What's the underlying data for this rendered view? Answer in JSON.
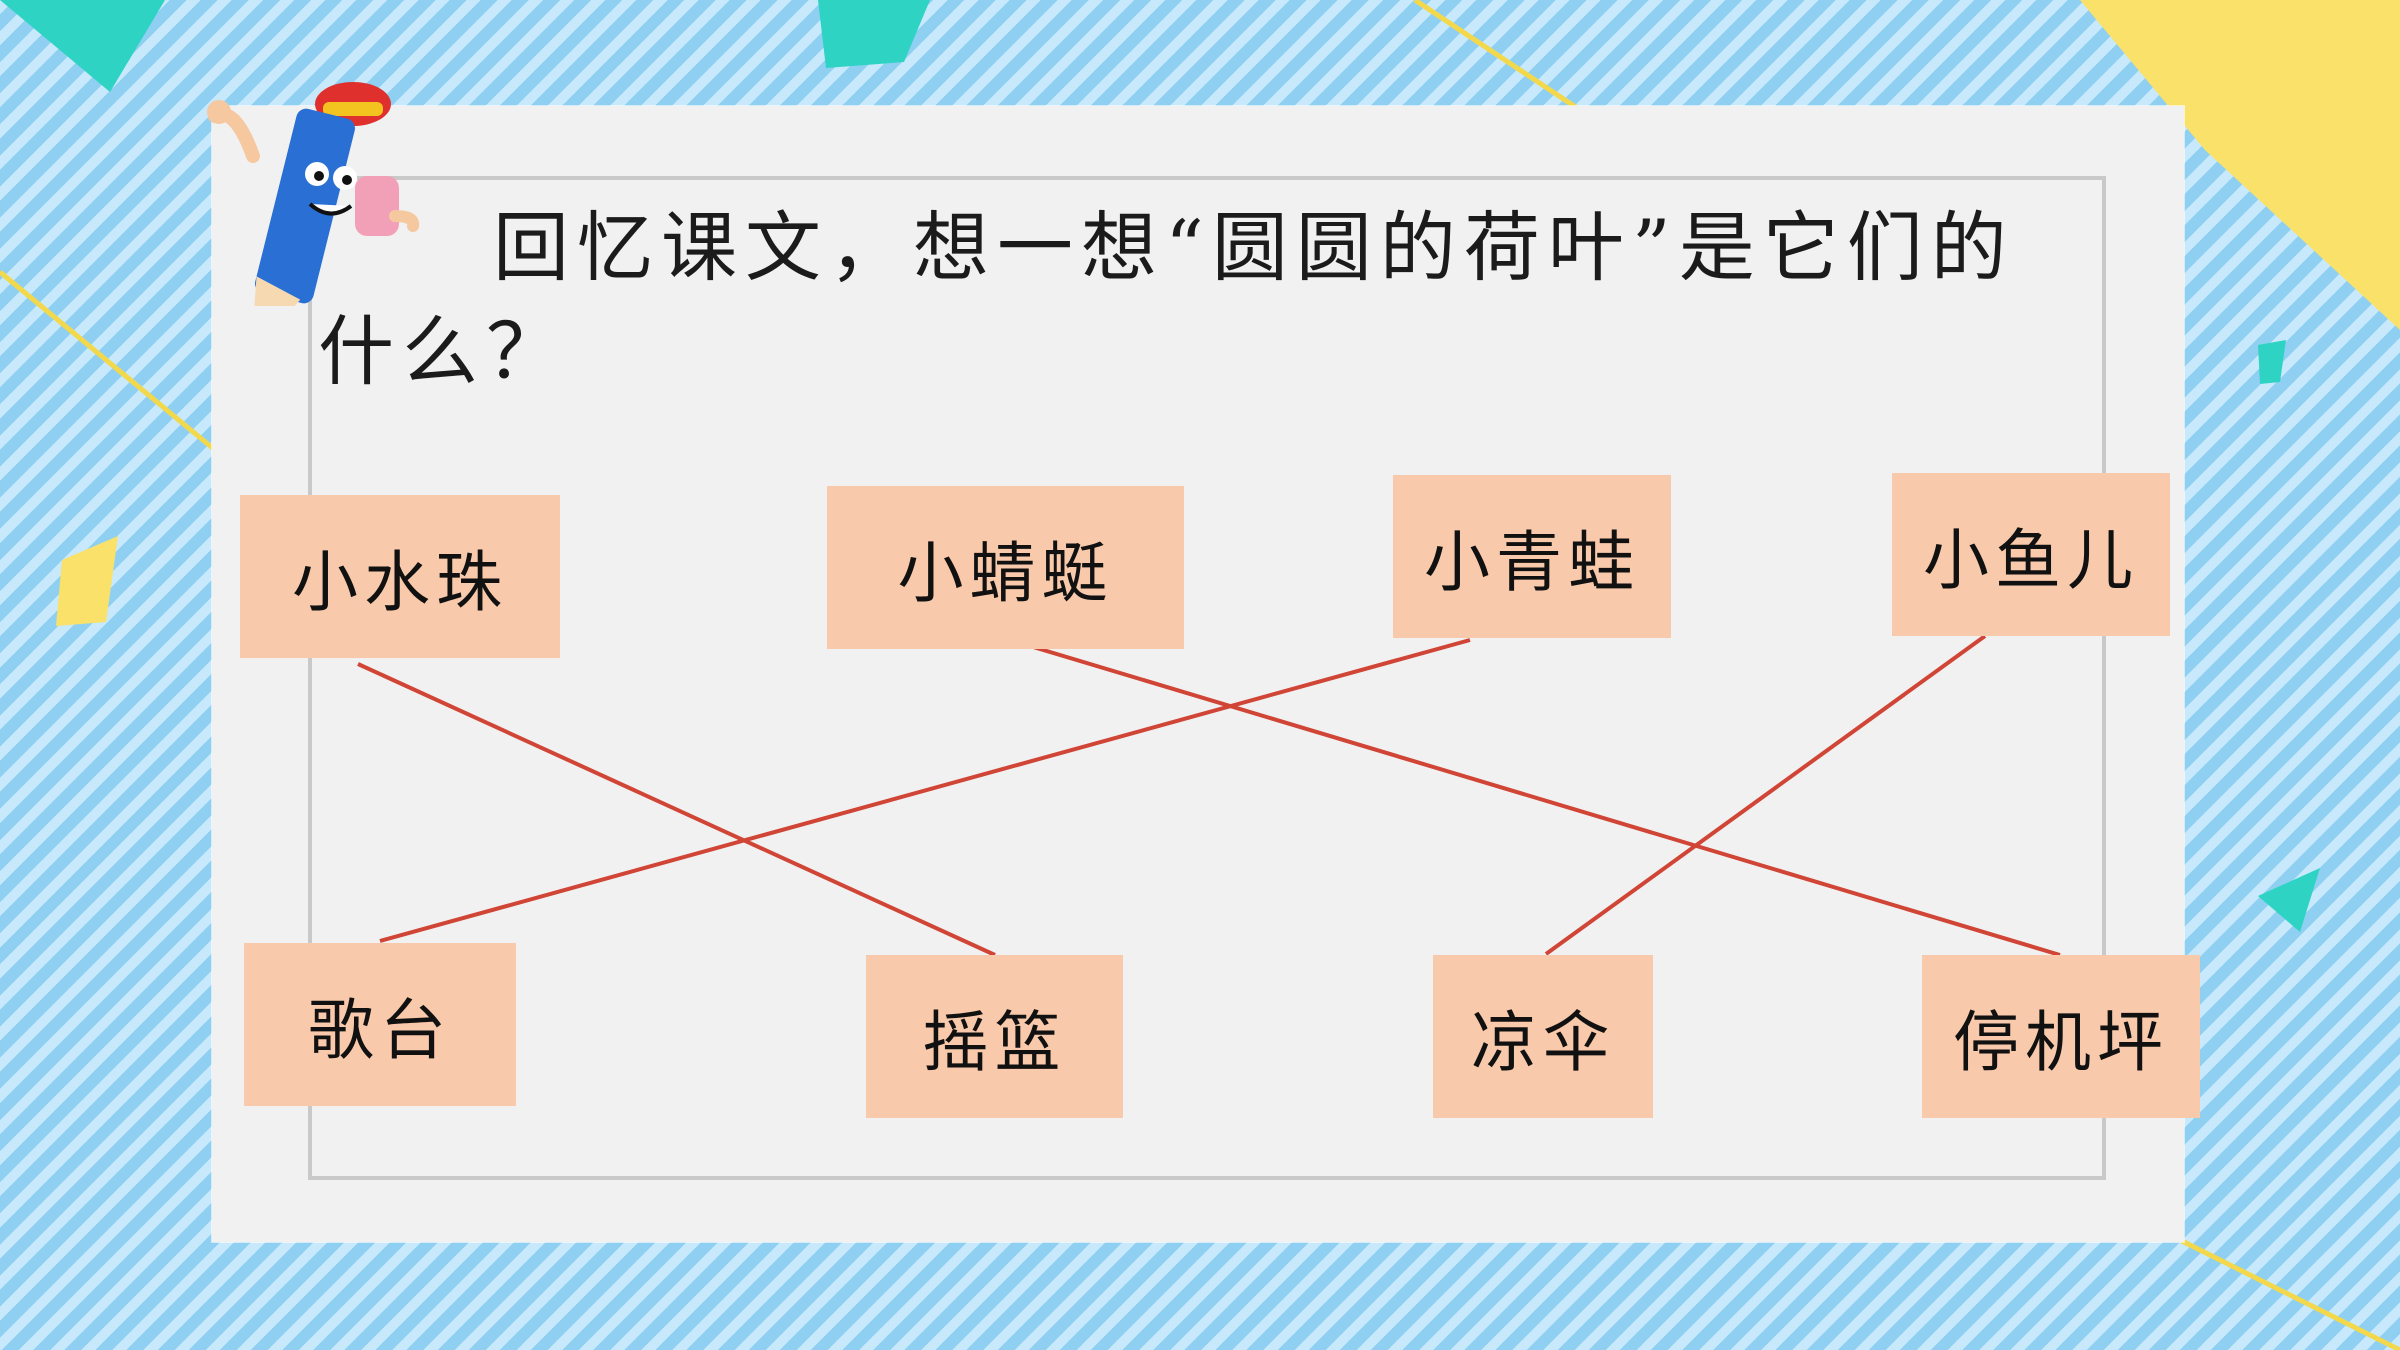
{
  "question": "回忆课文，想一想“圆圆的荷叶”是它们的什么？",
  "top_items": [
    "小水珠",
    "小蜻蜓",
    "小青蛙",
    "小鱼儿"
  ],
  "bottom_items": [
    "歌台",
    "摇篮",
    "凉伞",
    "停机坪"
  ],
  "matches": [
    {
      "from": "小水珠",
      "to": "摇篮"
    },
    {
      "from": "小蜻蜓",
      "to": "停机坪"
    },
    {
      "from": "小青蛙",
      "to": "歌台"
    },
    {
      "from": "小鱼儿",
      "to": "凉伞"
    }
  ],
  "colors": {
    "background": "#a9dcf6",
    "card": "#f1f1f1",
    "label_box": "#f8c9aa",
    "match_line": "#d04535",
    "accent_teal": "#2ed3c3",
    "accent_yellow": "#f9e16a"
  },
  "icons": {
    "mascot": "pencil-mascot-icon"
  }
}
